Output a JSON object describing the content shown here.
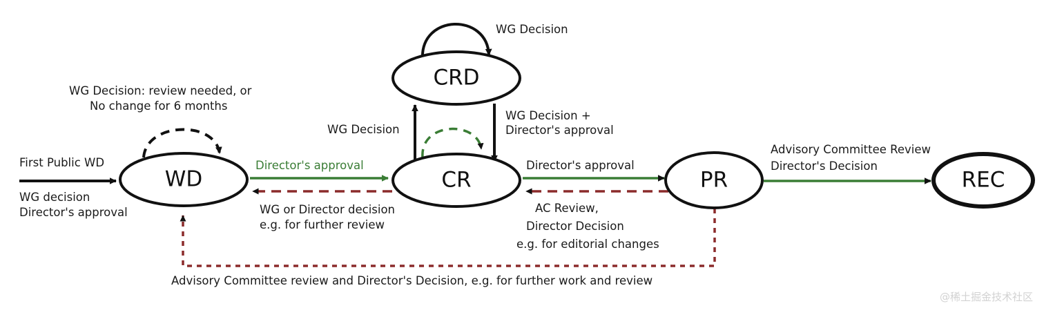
{
  "diagram": {
    "title": "W3C Recommendation Track maturity-stage flow",
    "colors": {
      "stroke_black": "#111111",
      "green": "#3a7d35",
      "dark_red": "#8b2b2b",
      "watermark": "#d2d2d2",
      "background": "#ffffff"
    },
    "nodes": [
      {
        "id": "wd",
        "label": "WD",
        "shape": "ellipse",
        "terminal": false
      },
      {
        "id": "crd",
        "label": "CRD",
        "shape": "ellipse",
        "terminal": false
      },
      {
        "id": "cr",
        "label": "CR",
        "shape": "ellipse",
        "terminal": false
      },
      {
        "id": "pr",
        "label": "PR",
        "shape": "ellipse",
        "terminal": false
      },
      {
        "id": "rec",
        "label": "REC",
        "shape": "ellipse",
        "terminal": true
      }
    ],
    "labels": {
      "entry_top": "First Public WD",
      "entry_bottom_line1": "WG decision",
      "entry_bottom_line2": "Director's approval",
      "wd_selfloop_line1": "WG Decision: review needed, or",
      "wd_selfloop_line2": "No change for 6 months",
      "crd_selfloop": "WG Decision",
      "cr_to_crd": "WG Decision",
      "crd_to_cr_line1": "WG Decision +",
      "crd_to_cr_line2": "Director's approval",
      "wd_to_cr": "Director's approval",
      "cr_to_wd_line1": "WG or Director decision",
      "cr_to_wd_line2": "e.g. for further review",
      "cr_to_pr": "Director's approval",
      "pr_to_cr_line1": "AC Review,",
      "pr_to_cr_line2": "Director Decision",
      "pr_to_cr_line3": "e.g. for editorial changes",
      "pr_to_rec_line1": "Advisory Committee Review",
      "pr_to_rec_line2": "Director's Decision",
      "pr_to_wd_bottom": "Advisory Committee review and Director's Decision, e.g. for further work and review"
    },
    "watermark": "@稀土掘金技术社区"
  }
}
